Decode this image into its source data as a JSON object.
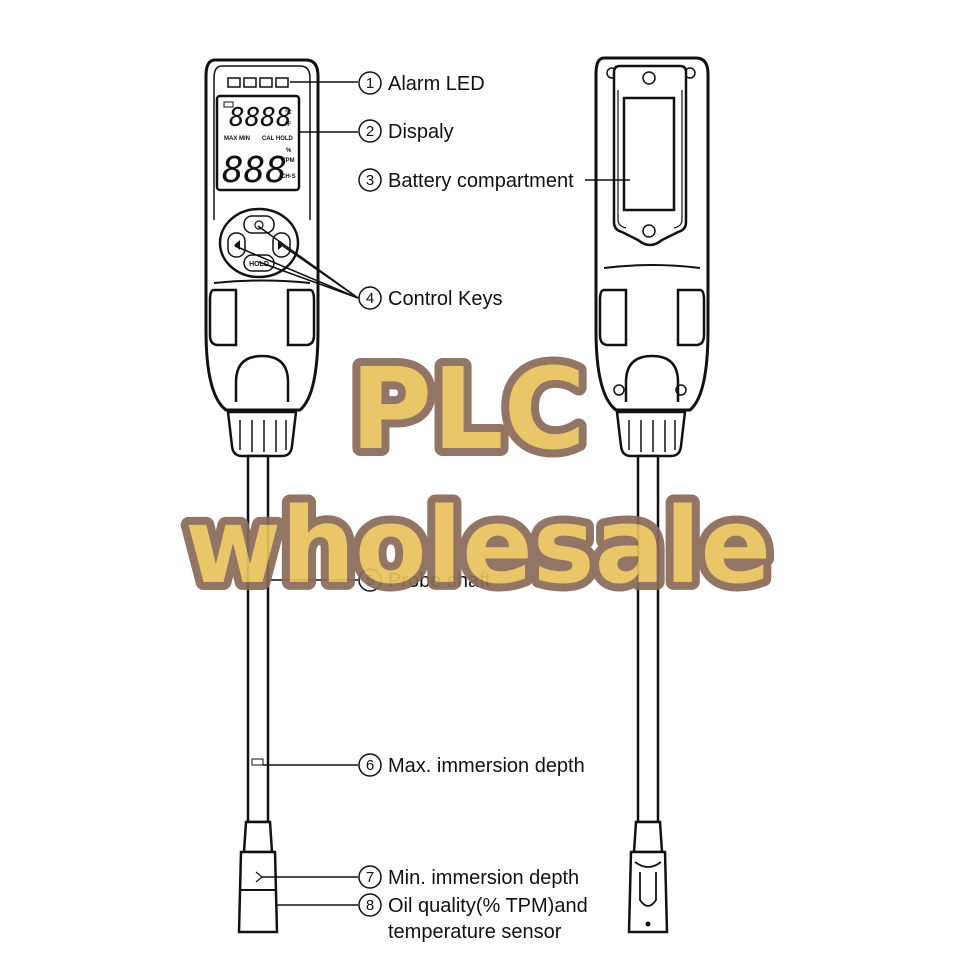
{
  "callouts": [
    {
      "num": "1",
      "label": "Alarm LED"
    },
    {
      "num": "2",
      "label": "Dispaly"
    },
    {
      "num": "3",
      "label": "Battery compartment"
    },
    {
      "num": "4",
      "label": "Control Keys"
    },
    {
      "num": "5",
      "label": "Probe shaft"
    },
    {
      "num": "6",
      "label": "Max. immersion depth"
    },
    {
      "num": "7",
      "label": "Min. immersion depth"
    },
    {
      "num": "8",
      "label": "Oil quality(% TPM)and",
      "label2": "temperature sensor"
    }
  ],
  "lcd": {
    "top_digits": "8888",
    "unit_c": "°C",
    "unit_f": "°F",
    "indicators_left": "MAX MIN",
    "indicators_right": "CAL HOLD",
    "bottom_digits": "888",
    "unit_pct": "%",
    "unit_tpm": "TPM",
    "ch_label": "CH-S"
  },
  "keys": {
    "hold": "HOLD"
  },
  "watermark": {
    "line1": "PLC",
    "line2": "wholesale",
    "fill": "#e8c35c",
    "outline": "#8a6a5a"
  }
}
